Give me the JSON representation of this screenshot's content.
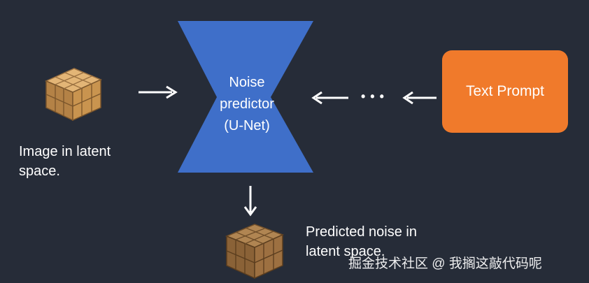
{
  "diagram": {
    "input_label_lines": [
      "Image in latent",
      "space."
    ],
    "unet_label_lines": [
      "Noise",
      "predictor",
      "(U-Net)"
    ],
    "prompt_label": "Text Prompt",
    "output_label_lines": [
      "Predicted noise in",
      "latent space."
    ],
    "ellipsis": "• • •",
    "icons": {
      "input_cube": "cube-icon",
      "output_cube": "cube-icon"
    },
    "colors": {
      "background": "#262c38",
      "unet": "#3f6fc9",
      "prompt": "#f07a2b",
      "cube_light": "#d9a867",
      "cube_dark": "#8a6237"
    }
  },
  "watermark": "掘金技术社区 @ 我搁这敲代码呢"
}
